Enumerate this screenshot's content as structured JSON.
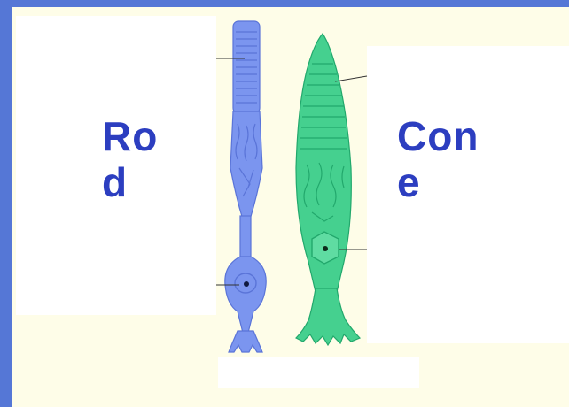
{
  "slide": {
    "background": "#fefde8",
    "frame_color": "#5577d6",
    "label_color": "#2c3ec0"
  },
  "labels": {
    "rod_line1": "Ro",
    "rod_line2": "d",
    "cone_line1": "Con",
    "cone_line2": "e"
  },
  "illustration": {
    "rod": {
      "name": "rod-cell",
      "fill": "#7b95ef",
      "stroke": "#5a74d8"
    },
    "cone": {
      "name": "cone-cell",
      "fill": "#45d08f",
      "stroke": "#22a86c"
    }
  }
}
